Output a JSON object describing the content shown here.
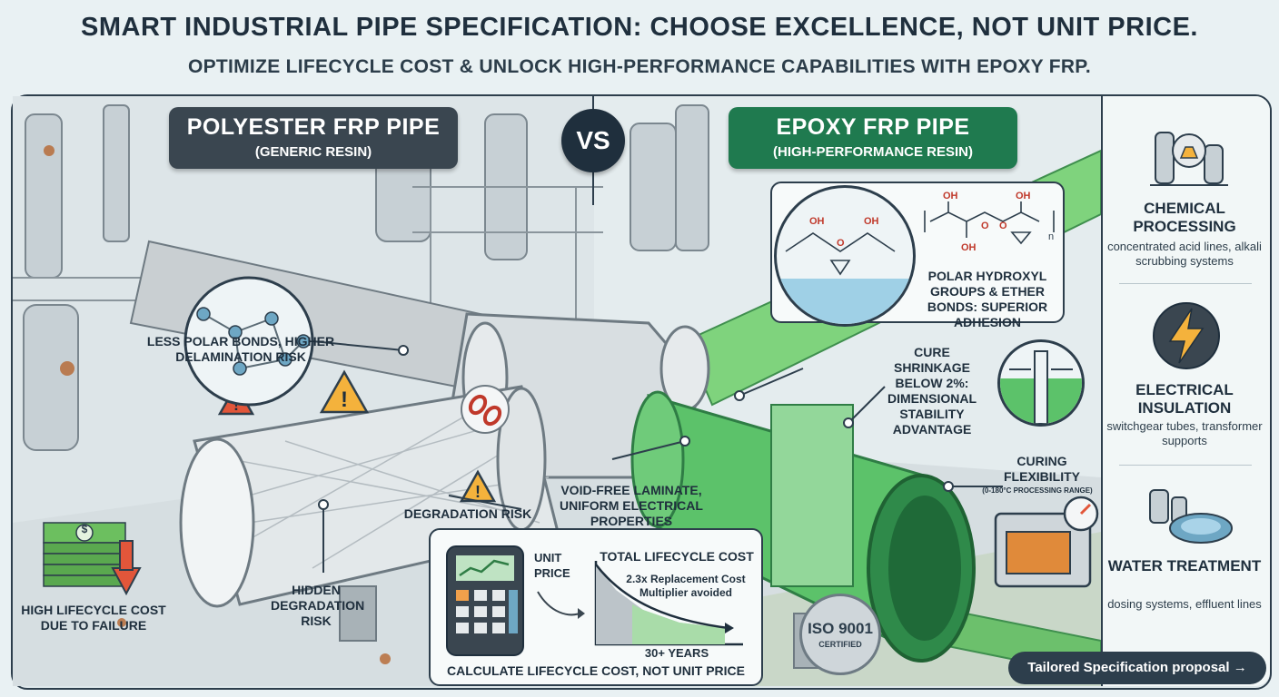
{
  "header": {
    "title": "SMART INDUSTRIAL PIPE SPECIFICATION: CHOOSE EXCELLENCE, NOT UNIT PRICE.",
    "subtitle": "OPTIMIZE LIFECYCLE COST & UNLOCK HIGH-PERFORMANCE CAPABILITIES WITH EPOXY FRP."
  },
  "polyester": {
    "title": "POLYESTER FRP PIPE",
    "subtitle": "(GENERIC RESIN)",
    "bonds": "LESS POLAR BONDS, HIGHER DELAMINATION RISK",
    "degradation": "DEGRADATION RISK",
    "hidden": "HIDDEN DEGRADATION RISK",
    "cost_failure": "HIGH LIFECYCLE COST DUE TO FAILURE"
  },
  "vs_label": "VS",
  "epoxy": {
    "title": "EPOXY FRP PIPE",
    "subtitle": "(HIGH-PERFORMANCE RESIN)",
    "adhesion": "POLAR HYDROXYL GROUPS & ETHER BONDS: SUPERIOR ADHESION",
    "shrinkage": "CURE SHRINKAGE BELOW 2%: DIMENSIONAL STABILITY ADVANTAGE",
    "laminate": "VOID-FREE LAMINATE, UNIFORM ELECTRICAL PROPERTIES",
    "curing": "CURING FLEXIBILITY",
    "curing_range": "(0-180°C PROCESSING RANGE)",
    "chem_oh": "OH",
    "chem_o": "O",
    "chem_n": "n"
  },
  "cost_panel": {
    "unit_price": "UNIT PRICE",
    "total_title": "TOTAL LIFECYCLE COST",
    "multiplier": "2.3x Replacement Cost Multiplier avoided",
    "years": "30+ YEARS",
    "footer": "CALCULATE LIFECYCLE COST, NOT UNIT PRICE"
  },
  "iso": {
    "line1": "ISO 9001",
    "line2": "CERTIFIED"
  },
  "money_symbol": "$",
  "sidebar": {
    "items": [
      {
        "title": "CHEMICAL PROCESSING",
        "desc": "concentrated acid lines, alkali scrubbing systems"
      },
      {
        "title": "ELECTRICAL INSULATION",
        "desc": "switchgear tubes, transformer supports"
      },
      {
        "title": "WATER TREATMENT",
        "desc": "dosing systems, effluent lines"
      }
    ]
  },
  "cta": {
    "label": "Tailored Specification proposal →"
  },
  "colors": {
    "dark": "#2d3e4c",
    "green": "#1f7a4f",
    "pipe_green": "#5cc26a",
    "warning": "#f4b23c",
    "danger": "#e2563a"
  }
}
